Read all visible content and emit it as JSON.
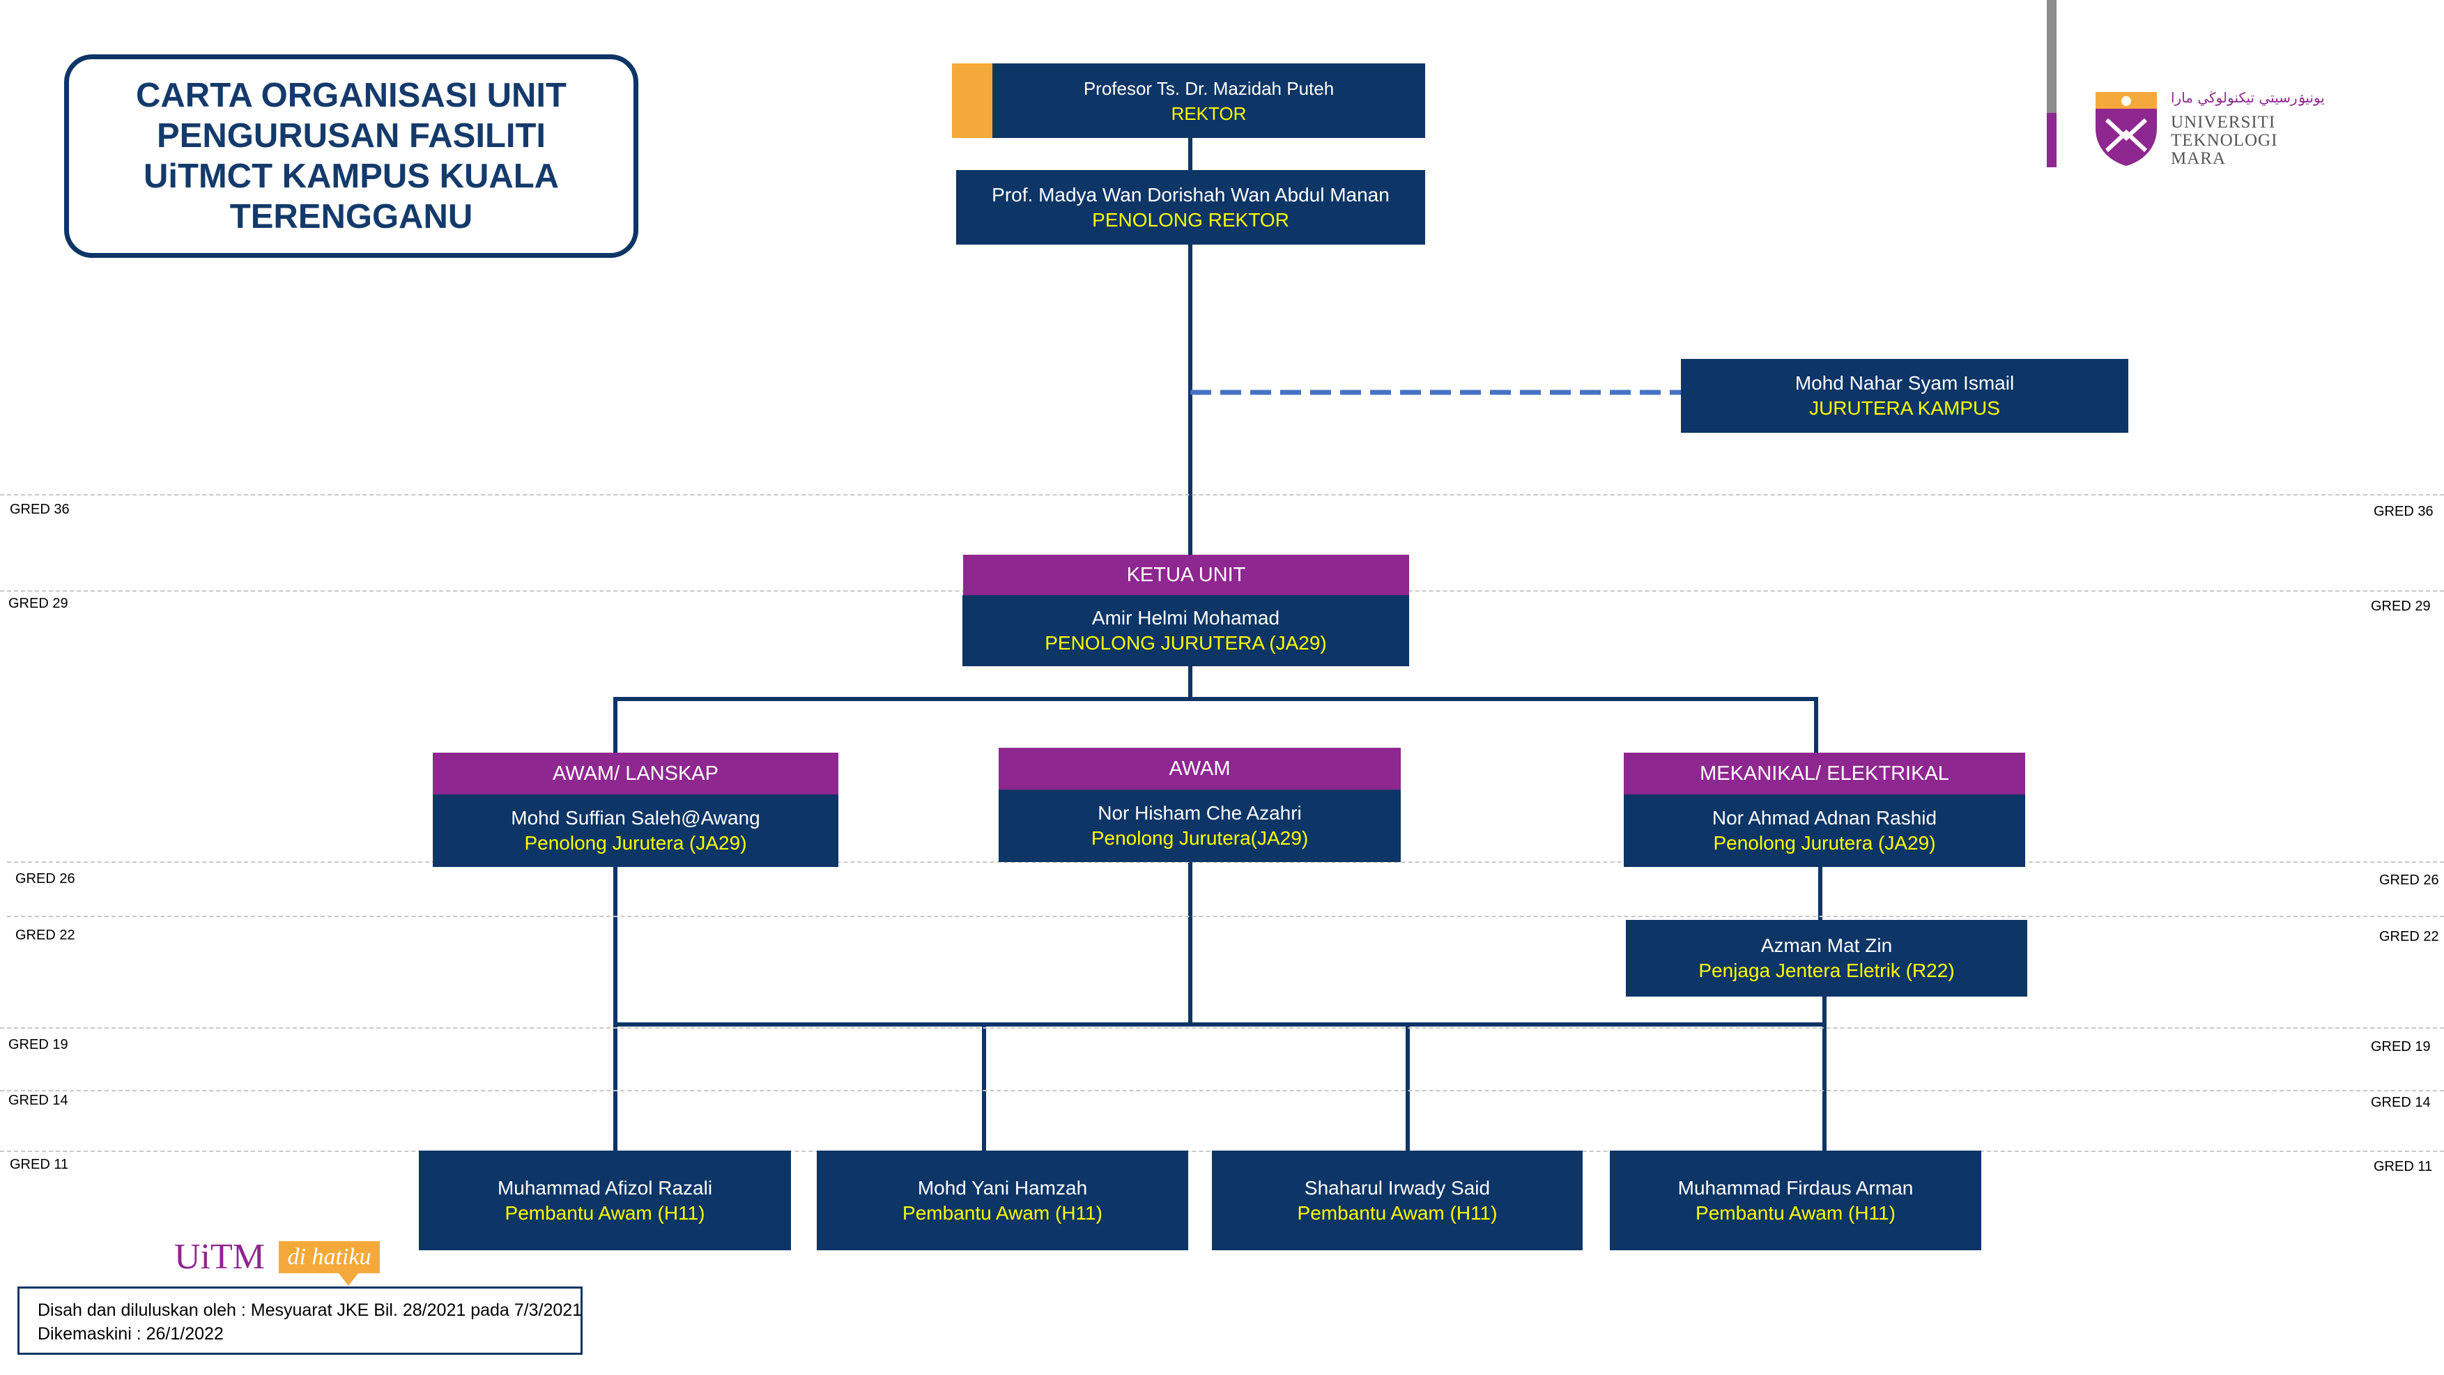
{
  "title": {
    "line1": "CARTA ORGANISASI UNIT",
    "line2": "PENGURUSAN FASILITI",
    "line3": "UiTMCT KAMPUS KUALA",
    "line4": "TERENGGANU"
  },
  "logo": {
    "arabic": "يونيۏرسيتي تيكنولوڬي مارا",
    "line1": "UNIVERSITI",
    "line2": "TEKNOLOGI",
    "line3": "MARA"
  },
  "nodes": {
    "rektor": {
      "name": "Profesor Ts. Dr. Mazidah Puteh",
      "role": "REKTOR"
    },
    "penolong_rektor": {
      "name": "Prof. Madya Wan Dorishah Wan Abdul Manan",
      "role": "PENOLONG REKTOR"
    },
    "jurutera_kampus": {
      "name": "Mohd Nahar Syam Ismail",
      "role": "JURUTERA KAMPUS"
    },
    "ketua_unit": {
      "header": "KETUA UNIT",
      "name": "Amir Helmi Mohamad",
      "role": "PENOLONG JURUTERA (JA29)"
    },
    "awam_lanskap": {
      "header": "AWAM/ LANSKAP",
      "name": "Mohd Suffian Saleh@Awang",
      "role": "Penolong Jurutera (JA29)"
    },
    "awam": {
      "header": "AWAM",
      "name": "Nor Hisham Che Azahri",
      "role": "Penolong Jurutera(JA29)"
    },
    "mekanikal": {
      "header": "MEKANIKAL/ ELEKTRIKAL",
      "name": "Nor Ahmad Adnan Rashid",
      "role": "Penolong Jurutera (JA29)"
    },
    "azman": {
      "name": "Azman Mat Zin",
      "role": "Penjaga Jentera Eletrik (R22)"
    },
    "afizol": {
      "name": "Muhammad Afizol Razali",
      "role": "Pembantu Awam (H11)"
    },
    "yani": {
      "name": "Mohd Yani Hamzah",
      "role": "Pembantu Awam (H11)"
    },
    "shaharul": {
      "name": "Shaharul Irwady Said",
      "role": "Pembantu Awam (H11)"
    },
    "firdaus": {
      "name": "Muhammad Firdaus Arman",
      "role": "Pembantu Awam (H11)"
    }
  },
  "grades": {
    "g36": "GRED 36",
    "g29": "GRED 29",
    "g26": "GRED 26",
    "g22": "GRED 22",
    "g19": "GRED 19",
    "g14": "GRED 14",
    "g11": "GRED 11"
  },
  "badge": {
    "brand": "UiTM",
    "tagline": "di hatiku"
  },
  "footer": {
    "line1": "Disah dan diluluskan oleh : Mesyuarat JKE Bil. 28/2021 pada 7/3/2021",
    "line2": "Dikemaskini : 26/1/2022"
  },
  "colors": {
    "node_fill": "#0d3566",
    "header_fill": "#8e278f",
    "role_text": "#ffff00",
    "accent": "#f6a93b",
    "dashed_link": "#4472c4"
  }
}
